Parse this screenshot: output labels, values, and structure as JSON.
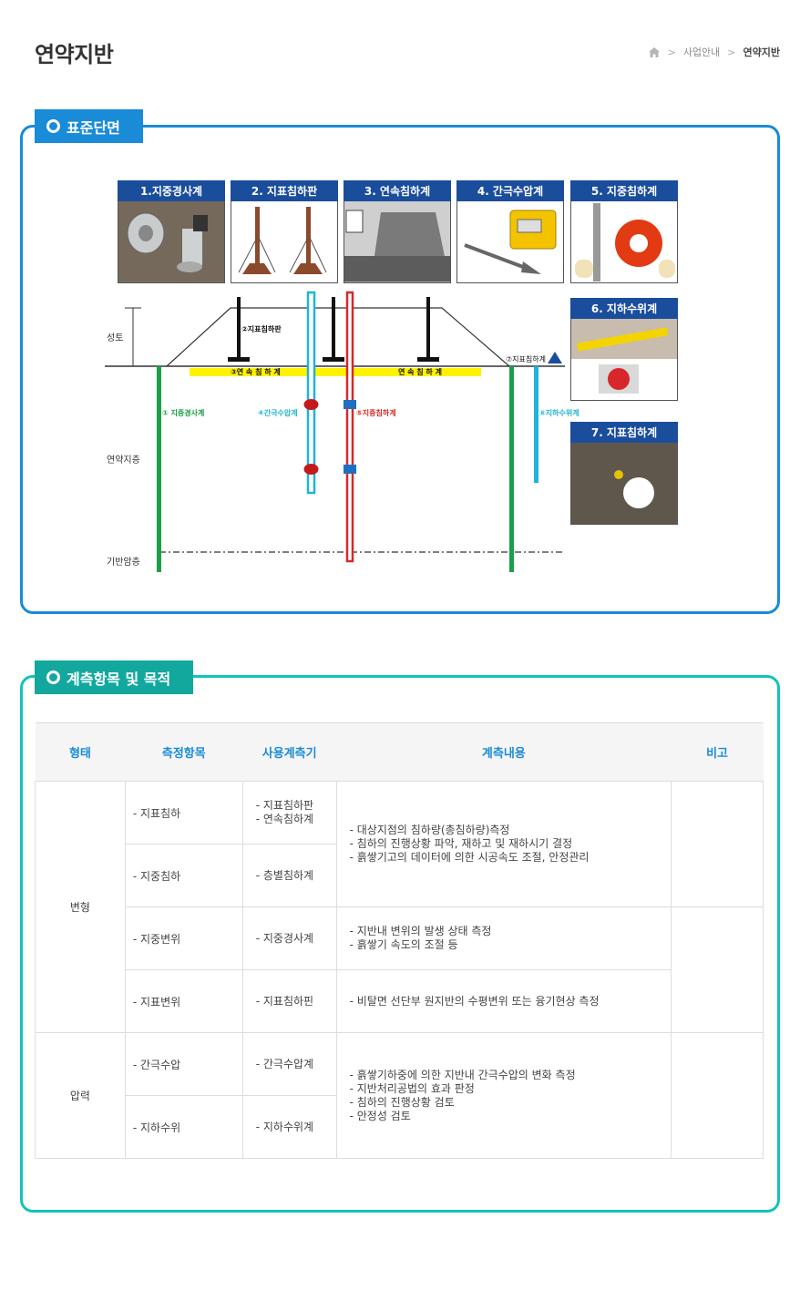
{
  "header": {
    "title": "연약지반",
    "breadcrumb": [
      "사업안내",
      "연약지반"
    ]
  },
  "section1": {
    "title": "표준단면",
    "instruments": [
      "1.지중경사계",
      "2. 지표침하판",
      "3. 연속침하계",
      "4. 간극수압계",
      "5. 지중침하계",
      "6. 지하수위계",
      "7. 지표침하계"
    ],
    "layers": {
      "embankment": "성토",
      "soft": "연약지층",
      "base": "기반암층"
    },
    "labels": {
      "settlement_plate": "②지표침하판",
      "continuous_1": "③연 속 침 하 계",
      "continuous_2": "연 속 침 하 계",
      "surface_gauge": "⑦지표침하계",
      "inclinometer": "① 지중경사계",
      "piezometer": "④간극수압계",
      "extensometer": "⑤지중침하계",
      "water_level": "⑥지하수위계"
    },
    "colors": {
      "primary": "#1a8bd6",
      "header": "#1a4d9c",
      "green": "#1aa048",
      "red": "#d62a2a",
      "cyan": "#20b4d8",
      "yellow": "#fff200"
    }
  },
  "section2": {
    "title": "계측항목 및 목적",
    "headers": [
      "형태",
      "측정항목",
      "사용계측기",
      "계측내용",
      "비고"
    ],
    "groups": [
      {
        "type": "변형",
        "rows": [
          {
            "item": "- 지표침하",
            "devices": [
              "- 지표침하판",
              "- 연속침하계"
            ]
          },
          {
            "item": "- 지중침하",
            "devices": [
              "- 층별침하계"
            ]
          },
          {
            "item": "- 지중변위",
            "devices": [
              "- 지중경사계"
            ]
          },
          {
            "item": "- 지표변위",
            "devices": [
              "- 지표침하핀"
            ]
          }
        ],
        "contents": [
          [
            "- 대상지점의 침하량(총침하량)측정",
            "- 침하의 진행상황 파악, 재하고 및 재하시기 결정",
            "- 흙쌓기고의 데이터에 의한 시공속도 조절, 안정관리"
          ],
          [
            "- 지반내 변위의 발생 상태 측정",
            "- 흙쌓기 속도의 조절 등"
          ],
          [
            "- 비탈면 선단부 원지반의 수평변위 또는 융기현상 측정"
          ]
        ]
      },
      {
        "type": "압력",
        "rows": [
          {
            "item": "- 간극수압",
            "devices": [
              "- 간극수압계"
            ]
          },
          {
            "item": "- 지하수위",
            "devices": [
              "- 지하수위계"
            ]
          }
        ],
        "contents": [
          [
            "- 흙쌓기하중에 의한 지반내 간극수압의 변화 측정",
            "- 지반처리공법의 효과 판정",
            "- 침하의 진행상황 검토",
            "- 안정성 검토"
          ]
        ]
      }
    ]
  }
}
